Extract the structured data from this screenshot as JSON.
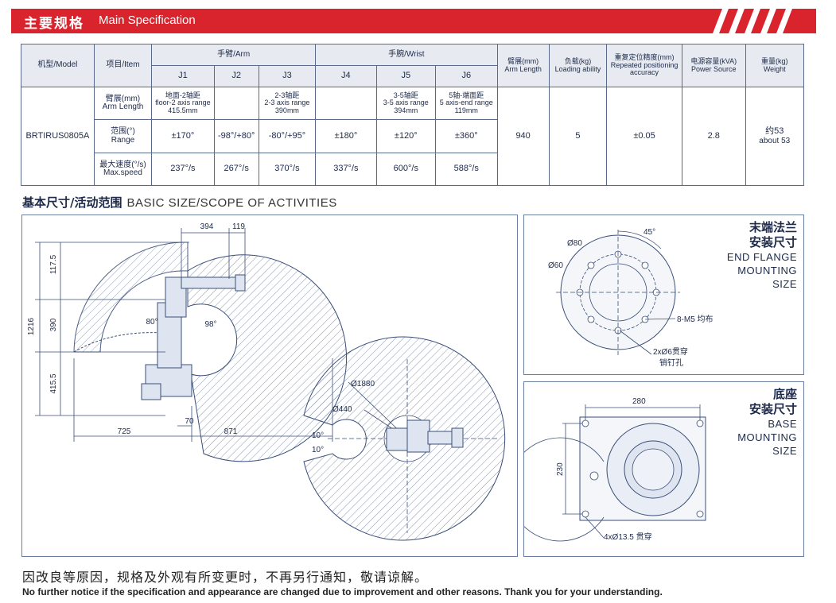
{
  "header": {
    "title_zh": "主要规格",
    "title_en": "Main Specification",
    "accent": "#d9232d"
  },
  "table": {
    "model_header": "机型/Model",
    "item_header": "项目/Item",
    "arm_header": "手臂/Arm",
    "wrist_header": "手腕/Wrist",
    "joints": [
      "J1",
      "J2",
      "J3",
      "J4",
      "J5",
      "J6"
    ],
    "cols": {
      "arm_span": {
        "zh": "臂展(mm)",
        "en": "Arm Length"
      },
      "load": {
        "zh": "负载(kg)",
        "en": "Loading ability"
      },
      "repeat": {
        "zh": "重复定位精度(mm)",
        "en1": "Repeated positioning",
        "en2": "accuracy"
      },
      "power": {
        "zh": "电源容量(kVA)",
        "en": "Power Source"
      },
      "weight": {
        "zh": "重量(kg)",
        "en": "Weight"
      }
    },
    "model": "BRTIRUS0805A",
    "rows": {
      "arm_length": {
        "zh": "臂展(mm)",
        "en": "Arm Length"
      },
      "range": {
        "zh": "范围(°)",
        "en": "Range"
      },
      "speed": {
        "zh": "最大速度(°/s)",
        "en": "Max.speed"
      }
    },
    "arm_length_cells": {
      "j1": {
        "l1": "地面-2轴距",
        "l2": "floor-2 axis range",
        "l3": "415.5mm"
      },
      "j3": {
        "l1": "2-3轴距",
        "l2": "2-3 axis range",
        "l3": "390mm"
      },
      "j5": {
        "l1": "3-5轴距",
        "l2": "3-5 axis range",
        "l3": "394mm"
      },
      "j6": {
        "l1": "5轴-端面距",
        "l2": "5 axis-end range",
        "l3": "119mm"
      }
    },
    "range_values": [
      "±170°",
      "-98°/+80°",
      "-80°/+95°",
      "±180°",
      "±120°",
      "±360°"
    ],
    "speed_values": [
      "237°/s",
      "267°/s",
      "370°/s",
      "337°/s",
      "600°/s",
      "588°/s"
    ],
    "arm_span_value": "940",
    "load_value": "5",
    "repeat_value": "±0.05",
    "power_value": "2.8",
    "weight_value_zh": "约53",
    "weight_value_en": "about 53"
  },
  "section": {
    "title_zh": "基本尺寸/活动范围",
    "title_en": "BASIC SIZE/SCOPE OF ACTIVITIES"
  },
  "side_view": {
    "dims": {
      "top1": "394",
      "top2": "119",
      "h_total": "1216",
      "h1": "117.5",
      "h2": "390",
      "h3": "415.5",
      "base_off": "70",
      "left": "725",
      "right": "871",
      "a1": "80°",
      "a2": "98°"
    }
  },
  "top_view": {
    "outer_dia": "Ø1880",
    "inner_dia": "Ø440",
    "ang1": "10°",
    "ang2": "10°"
  },
  "flange": {
    "title_zh1": "末端法兰",
    "title_zh2": "安装尺寸",
    "title_en1": "END FLANGE",
    "title_en2": "MOUNTING",
    "title_en3": "SIZE",
    "d80": "Ø80",
    "d60": "Ø60",
    "angle": "45°",
    "holes": "8-M5 均布",
    "pin1": "2xØ6贯穿",
    "pin2": "销钉孔"
  },
  "base": {
    "title_zh1": "底座",
    "title_zh2": "安装尺寸",
    "title_en1": "BASE",
    "title_en2": "MOUNTING",
    "title_en3": "SIZE",
    "width": "280",
    "height": "230",
    "holes": "4xØ13.5 贯穿"
  },
  "notice": {
    "zh": "因改良等原因，规格及外观有所变更时，不再另行通知，敬请谅解。",
    "en": "No further notice if the specification and appearance are changed due to improvement and other reasons. Thank you for your understanding."
  }
}
